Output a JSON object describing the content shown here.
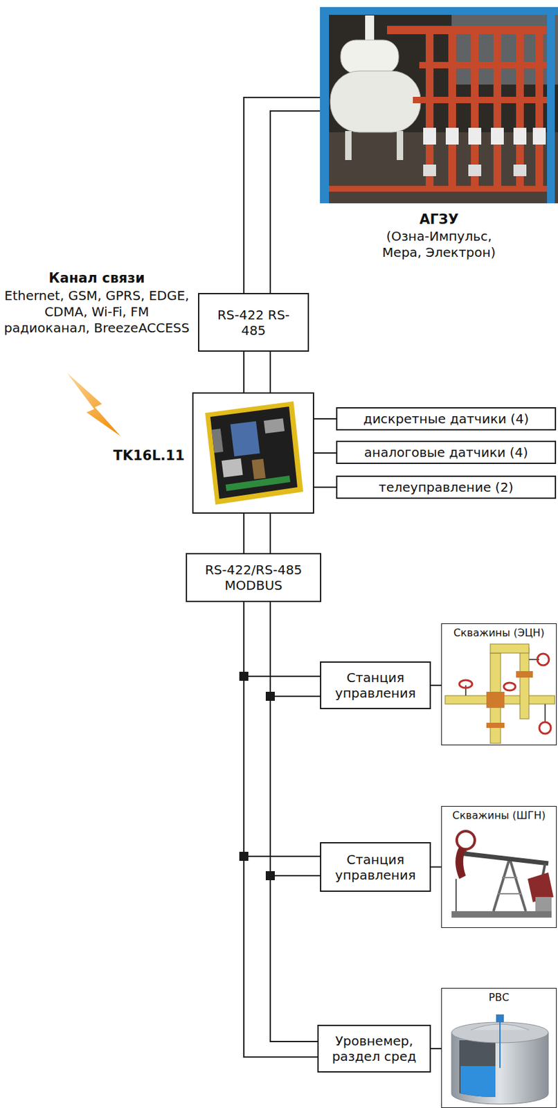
{
  "diagram": {
    "nodes": [
      {
        "text": [
          "АГЗУ",
          "(Озна-Импульс, Мера, Электрон)"
        ]
      },
      {
        "text": [
          "RS-422 RS-485"
        ]
      },
      {
        "text": [
          "TK16L.11"
        ]
      },
      {
        "text": [
          "дискретные датчики (4)"
        ]
      },
      {
        "text": [
          "аналоговые датчики (4)"
        ]
      },
      {
        "text": [
          "телеуправление (2)"
        ]
      },
      {
        "text": [
          "RS-422/RS-485 MODBUS"
        ]
      },
      {
        "text": [
          "Станция управления"
        ]
      },
      {
        "text": [
          "Скважины (ЭЦН)"
        ]
      },
      {
        "text": [
          "Станция управления"
        ]
      },
      {
        "text": [
          "Скважины (ШГН)"
        ]
      },
      {
        "text": [
          "Уровнемер, раздел сред"
        ]
      },
      {
        "text": [
          "РВС"
        ]
      }
    ],
    "edges": [
      {
        "from": 0,
        "to": 1,
        "arrow": "none"
      },
      {
        "from": 1,
        "to": 2,
        "arrow": "none"
      },
      {
        "from": 2,
        "to": 3,
        "arrow": "none"
      },
      {
        "from": 2,
        "to": 4,
        "arrow": "none"
      },
      {
        "from": 2,
        "to": 5,
        "arrow": "none"
      },
      {
        "from": 2,
        "to": 6,
        "arrow": "none"
      },
      {
        "from": 6,
        "to": 7,
        "arrow": "none"
      },
      {
        "from": 6,
        "to": 9,
        "arrow": "none"
      },
      {
        "from": 6,
        "to": 11,
        "arrow": "none"
      },
      {
        "from": 7,
        "to": 8,
        "arrow": "none"
      },
      {
        "from": 9,
        "to": 10,
        "arrow": "none"
      },
      {
        "from": 11,
        "to": 12,
        "arrow": "none"
      }
    ],
    "labels": [
      "Канал связи",
      "Ethernet, GSM, GPRS, EDGE, CDMA, Wi-Fi, FM радиоканал, BreezeACCESS"
    ]
  }
}
